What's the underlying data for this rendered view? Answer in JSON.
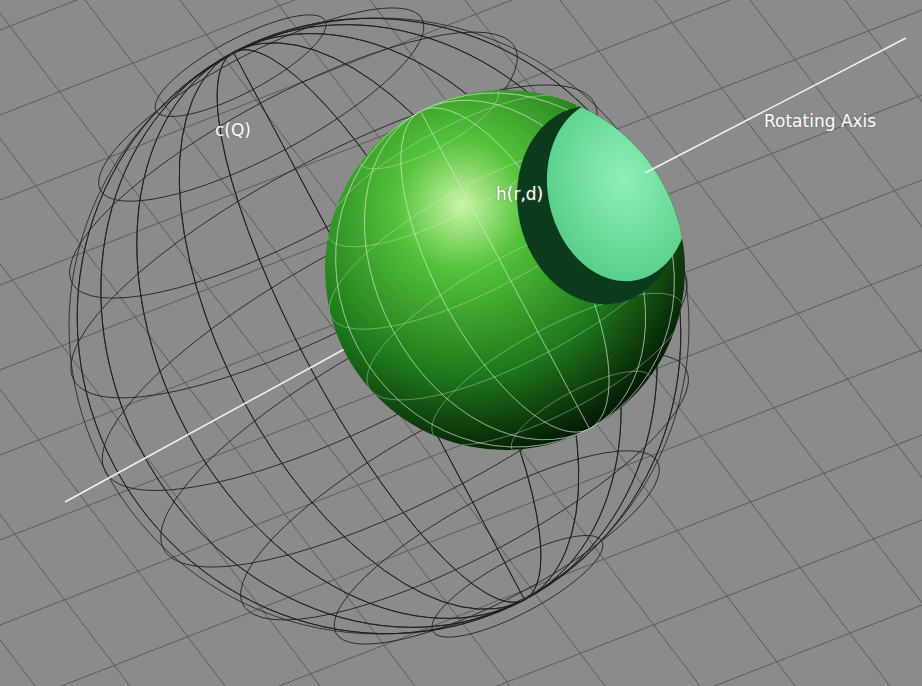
{
  "diagram": {
    "labels": [
      "c(Q)",
      "h(r,d)",
      "Rotating Axis"
    ]
  }
}
